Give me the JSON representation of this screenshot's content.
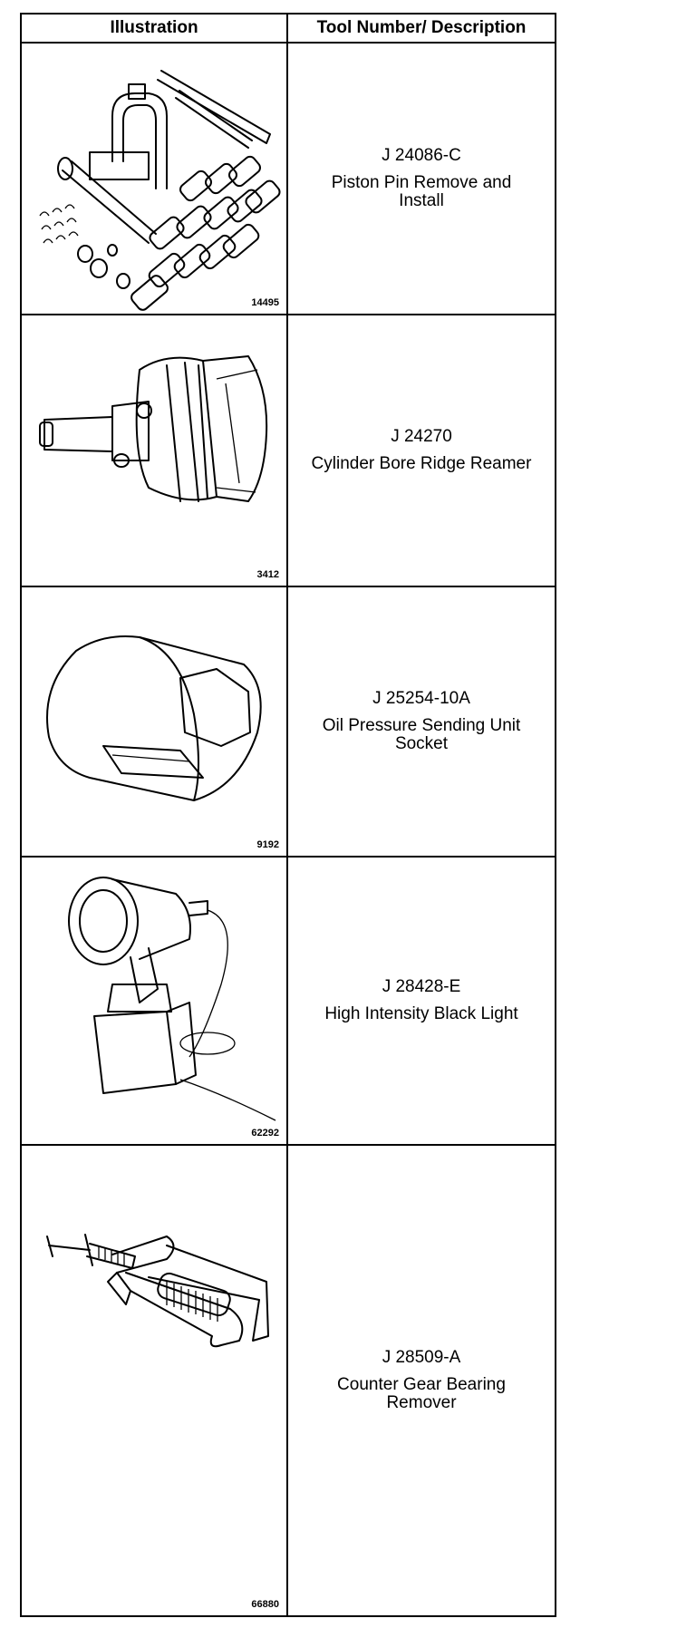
{
  "header": {
    "col1": "Illustration",
    "col2": "Tool Number/ Description"
  },
  "tools": [
    {
      "figure": "14495",
      "number": "J 24086-C",
      "description": "Piston Pin Remove and\nInstall",
      "icon": "piston-pin-tool-set-icon"
    },
    {
      "figure": "3412",
      "number": "J 24270",
      "description": "Cylinder Bore Ridge Reamer",
      "icon": "ridge-reamer-icon"
    },
    {
      "figure": "9192",
      "number": "J 25254-10A",
      "description": "Oil Pressure Sending Unit\nSocket",
      "icon": "socket-icon"
    },
    {
      "figure": "62292",
      "number": "J 28428-E",
      "description": "High Intensity Black Light",
      "icon": "black-light-icon"
    },
    {
      "figure": "66880",
      "number": "J 28509-A",
      "description": "Counter Gear Bearing\nRemover",
      "icon": "bearing-puller-icon"
    }
  ]
}
